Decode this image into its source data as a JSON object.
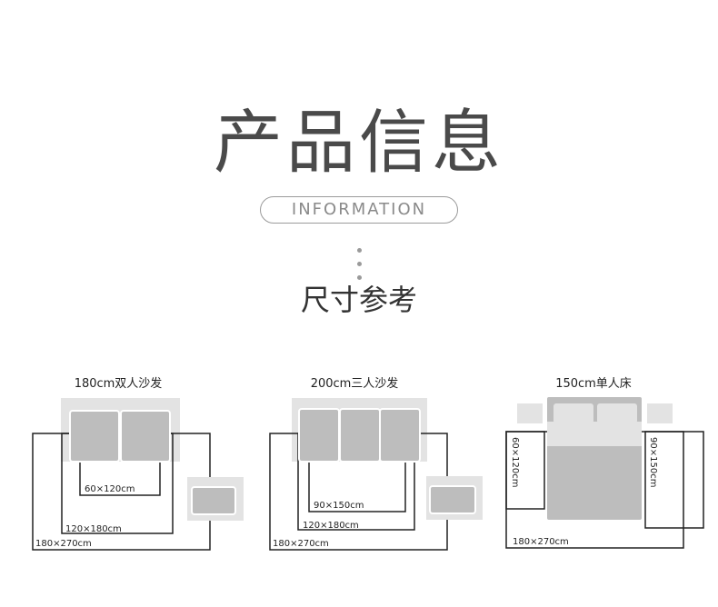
{
  "header": {
    "title": "产品信息",
    "badge": "INFORMATION",
    "subtitle": "尺寸参考"
  },
  "diagrams": [
    {
      "caption": "180cm双人沙发",
      "labels": [
        "60×120cm",
        "120×180cm",
        "180×270cm"
      ]
    },
    {
      "caption": "200cm三人沙发",
      "labels": [
        "90×150cm",
        "120×180cm",
        "180×270cm"
      ]
    },
    {
      "caption": "150cm单人床",
      "labels": [
        "60×120cm",
        "90×150cm",
        "180×270cm"
      ]
    }
  ],
  "colors": {
    "title": "#4a4a4a",
    "outline": "#222222",
    "furniture": "#bdbdbd",
    "furniture_light": "#e3e3e3",
    "pill_border": "#9a9a9a"
  }
}
